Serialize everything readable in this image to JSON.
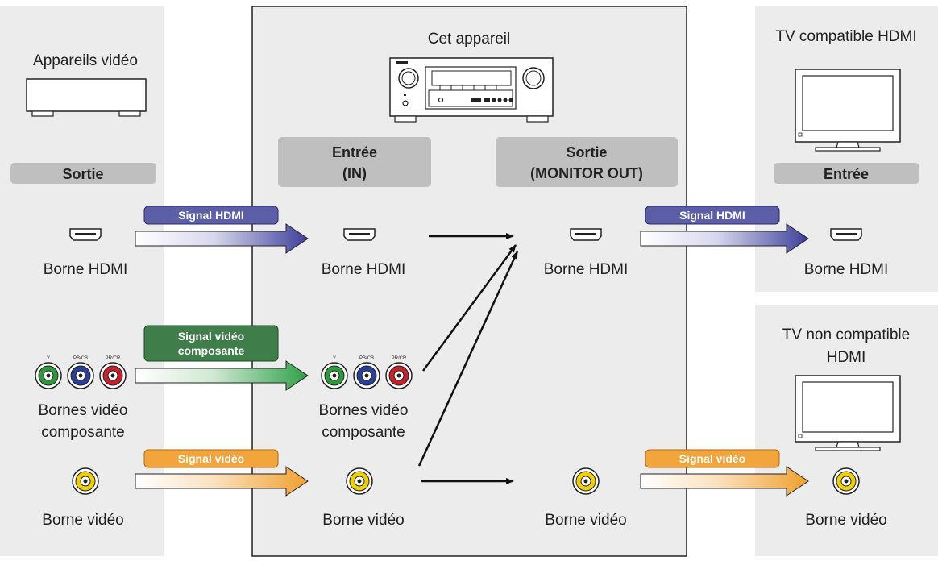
{
  "left_panel": {
    "title": "Appareils vidéo",
    "header": "Sortie",
    "hdmi_label": "Borne HDMI",
    "component_label_line1": "Bornes vidéo",
    "component_label_line2": "composante",
    "video_label": "Borne vidéo"
  },
  "center_panel": {
    "title": "Cet appareil",
    "input_header_line1": "Entrée",
    "input_header_line2": "(IN)",
    "output_header_line1": "Sortie",
    "output_header_line2": "(MONITOR OUT)",
    "in_hdmi_label": "Borne HDMI",
    "in_component_label_line1": "Bornes vidéo",
    "in_component_label_line2": "composante",
    "in_video_label": "Borne vidéo",
    "out_hdmi_label": "Borne HDMI",
    "out_video_label": "Borne vidéo"
  },
  "right_top_panel": {
    "title": "TV compatible HDMI",
    "header": "Entrée",
    "hdmi_label": "Borne HDMI"
  },
  "right_bottom_panel": {
    "title_line1": "TV non compatible",
    "title_line2": "HDMI",
    "video_label": "Borne vidéo"
  },
  "signals": {
    "hdmi": "Signal HDMI",
    "component_line1": "Signal vidéo",
    "component_line2": "composante",
    "video": "Signal vidéo"
  },
  "jack_labels": {
    "y": "Y",
    "pb": "PB/CB",
    "pr": "PR/CR"
  },
  "colors": {
    "panel_bg": "#ececec",
    "header_bg": "#bfbfbf",
    "hdmi_signal": "#4a4a9a",
    "component_signal": "#2f7a3a",
    "video_signal": "#f0a030",
    "jack_green": "#2e9a3c",
    "jack_blue": "#2a3f9a",
    "jack_red": "#c8202a",
    "jack_yellow": "#f0d000"
  }
}
